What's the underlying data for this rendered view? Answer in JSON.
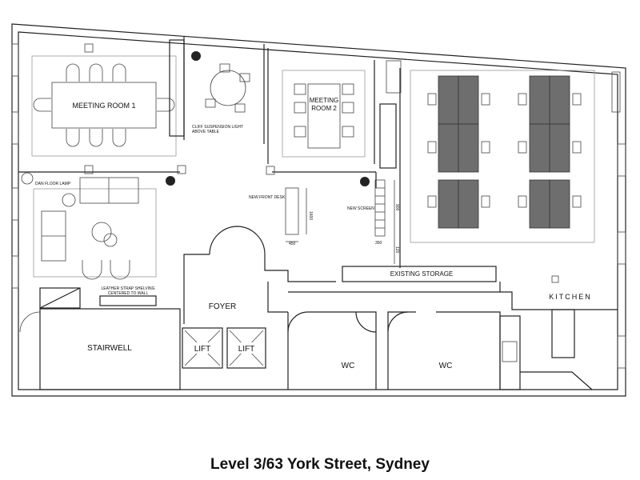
{
  "title": "Level 3/63 York Street, Sydney",
  "rooms": {
    "meeting_room_1": "MEETING ROOM 1",
    "meeting_room_2_line1": "MEETING",
    "meeting_room_2_line2": "ROOM 2",
    "foyer": "FOYER",
    "stairwell": "STAIRWELL",
    "lift_1": "LIFT",
    "lift_2": "LIFT",
    "wc_1": "WC",
    "wc_2": "WC",
    "kitchen": "KITCHEN",
    "existing_storage": "EXISTING STORAGE"
  },
  "notes": {
    "cliff_light_line1": "CLIFF SUSPENSION LIGHT",
    "cliff_light_line2": "ABOVE TABLE",
    "dan_floor_lamp": "DAN FLOOR LAMP",
    "new_front_desk": "NEW FRONT DESK",
    "new_screen": "NEW SCREEN",
    "shelving_line1": "LEATHER STRAP SHELVING",
    "shelving_line2": "CENTERED TO WALL"
  },
  "dimensions": {
    "desk_length": "1600",
    "desk_width": "450",
    "screen_length": "900",
    "screen_width": "350",
    "screen_gap": "120"
  }
}
